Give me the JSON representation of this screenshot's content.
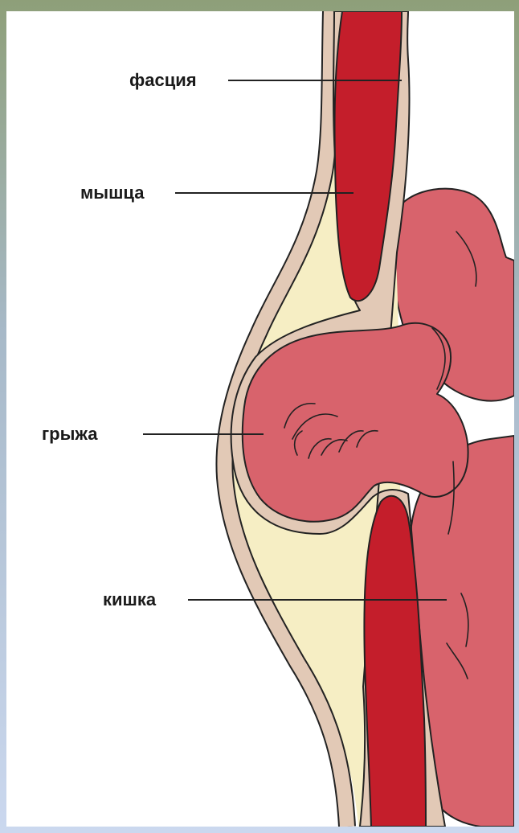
{
  "labels": {
    "fascia": "фасция",
    "muscle": "мышца",
    "hernia": "грыжа",
    "intestine": "кишка"
  },
  "colors": {
    "background_top": "#8e9f79",
    "background_bottom": "#cbd8ef",
    "fascia": "#e2c9b6",
    "muscle": "#c41e2b",
    "fat": "#f6eec4",
    "intestine": "#d8636c",
    "outline": "#222222"
  }
}
